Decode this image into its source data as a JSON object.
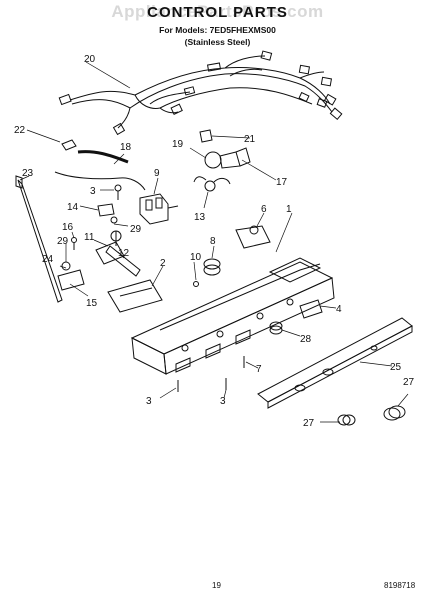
{
  "watermark": "AppliancePartsPros.com",
  "header": {
    "title": "CONTROL PARTS",
    "models_line": "For Models: 7ED5FHEXMS00",
    "finish_line": "(Stainless Steel)"
  },
  "footer": {
    "page_number": "19",
    "doc_number": "8198718"
  },
  "callouts": {
    "c1": "1",
    "c2": "2",
    "c3a": "3",
    "c3b": "3",
    "c3c": "3",
    "c4": "4",
    "c6": "6",
    "c7": "7",
    "c8": "8",
    "c9": "9",
    "c10": "10",
    "c11": "11",
    "c12": "12",
    "c13": "13",
    "c14": "14",
    "c15": "15",
    "c16": "16",
    "c17": "17",
    "c18": "18",
    "c19": "19",
    "c20": "20",
    "c21": "21",
    "c22": "22",
    "c23": "23",
    "c24": "24",
    "c25": "25",
    "c27a": "27",
    "c27b": "27",
    "c28": "28",
    "c29a": "29",
    "c29b": "29"
  }
}
